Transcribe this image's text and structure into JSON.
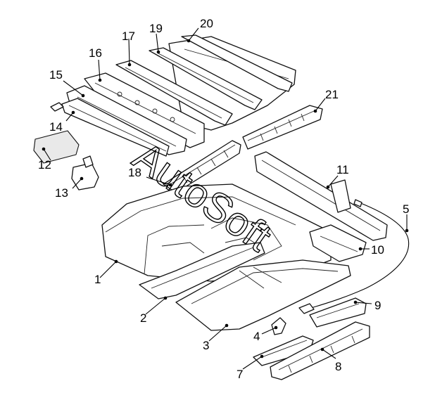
{
  "watermark": "AutoSoft",
  "callouts": [
    {
      "id": "c1",
      "label": "1"
    },
    {
      "id": "c2",
      "label": "2"
    },
    {
      "id": "c3",
      "label": "3"
    },
    {
      "id": "c4",
      "label": "4"
    },
    {
      "id": "c5",
      "label": "5"
    },
    {
      "id": "c7",
      "label": "7"
    },
    {
      "id": "c8",
      "label": "8"
    },
    {
      "id": "c9",
      "label": "9"
    },
    {
      "id": "c10",
      "label": "10"
    },
    {
      "id": "c11",
      "label": "11"
    },
    {
      "id": "c12",
      "label": "12"
    },
    {
      "id": "c13",
      "label": "13"
    },
    {
      "id": "c14",
      "label": "14"
    },
    {
      "id": "c15",
      "label": "15"
    },
    {
      "id": "c16",
      "label": "16"
    },
    {
      "id": "c17",
      "label": "17"
    },
    {
      "id": "c18",
      "label": "18"
    },
    {
      "id": "c19",
      "label": "19"
    },
    {
      "id": "c20",
      "label": "20"
    },
    {
      "id": "c21",
      "label": "21"
    }
  ]
}
